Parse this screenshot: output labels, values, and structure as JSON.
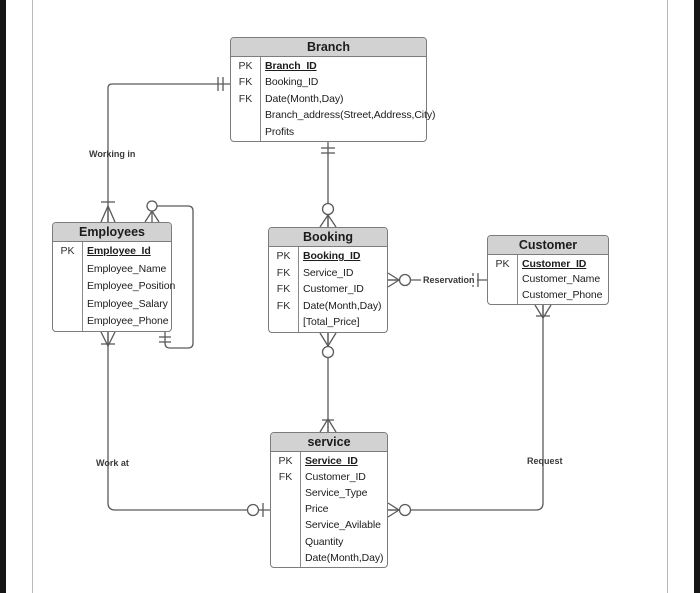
{
  "page": {
    "frame_bar_color": "#161616",
    "page_edge_color": "#b9b9b9",
    "background": "#ffffff"
  },
  "diagram_style": {
    "header_fill": "#d2d2d2",
    "entity_border": "#7c7c7c",
    "wire_color": "#5a5a5a"
  },
  "entities": {
    "branch": {
      "title": "Branch",
      "rows": [
        {
          "key": "PK",
          "name": "Branch_ID"
        },
        {
          "key": "FK",
          "name": "Booking_ID"
        },
        {
          "key": "FK",
          "name": "Date(Month,Day)"
        },
        {
          "key": "",
          "name": "Branch_address(Street,Address,City)"
        },
        {
          "key": "",
          "name": "Profits"
        }
      ]
    },
    "employees": {
      "title": "Employees",
      "rows": [
        {
          "key": "PK",
          "name": "Employee_Id"
        },
        {
          "key": "",
          "name": "Employee_Name"
        },
        {
          "key": "",
          "name": "Employee_Position"
        },
        {
          "key": "",
          "name": "Employee_Salary"
        },
        {
          "key": "",
          "name": "Employee_Phone"
        }
      ]
    },
    "booking": {
      "title": "Booking",
      "rows": [
        {
          "key": "PK",
          "name": "Booking_ID"
        },
        {
          "key": "FK",
          "name": "Service_ID"
        },
        {
          "key": "FK",
          "name": "Customer_ID"
        },
        {
          "key": "FK",
          "name": "Date(Month,Day)"
        },
        {
          "key": "",
          "name": "[Total_Price]"
        }
      ]
    },
    "customer": {
      "title": "Customer",
      "rows": [
        {
          "key": "PK",
          "name": "Customer_ID"
        },
        {
          "key": "",
          "name": "Customer_Name"
        },
        {
          "key": "",
          "name": "Customer_Phone"
        }
      ]
    },
    "service": {
      "title": "service",
      "rows": [
        {
          "key": "PK",
          "name": "Service_ID"
        },
        {
          "key": "FK",
          "name": "Customer_ID"
        },
        {
          "key": "",
          "name": "Service_Type"
        },
        {
          "key": "",
          "name": "Price"
        },
        {
          "key": "",
          "name": "Service_Avilable"
        },
        {
          "key": "",
          "name": "Quantity"
        },
        {
          "key": "",
          "name": "Date(Month,Day)"
        }
      ]
    }
  },
  "relationships": {
    "working_in": {
      "label": "Working in"
    },
    "work_at": {
      "label": "Work at"
    },
    "request": {
      "label": "Request"
    },
    "reservation": {
      "label": "Reservation"
    }
  }
}
